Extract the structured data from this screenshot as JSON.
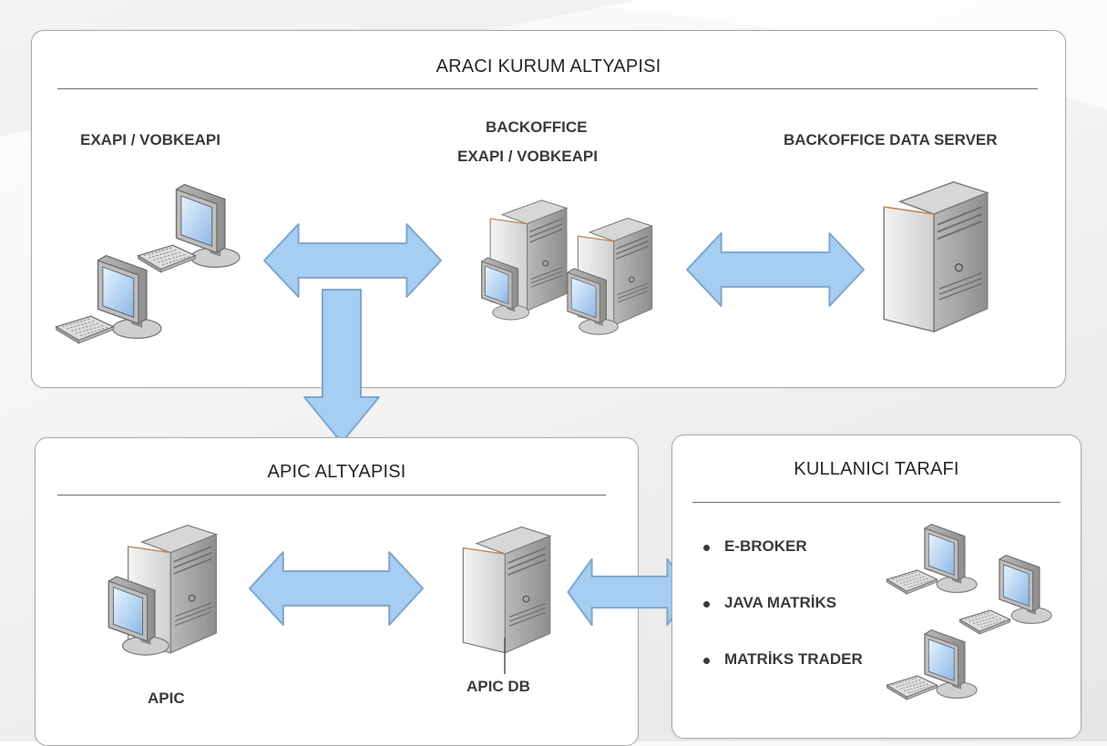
{
  "panels": {
    "broker": {
      "title": "ARACI KURUM ALTYAPISI",
      "nodes": {
        "exapi": "EXAPI / VOBKEAPI",
        "backoffice_line1": "BACKOFFICE",
        "backoffice_line2": "EXAPI / VOBKEAPI",
        "data_server": "BACKOFFICE DATA SERVER"
      }
    },
    "apic": {
      "title": "APIC ALTYAPISI",
      "nodes": {
        "apic": "APIC",
        "apic_db": "APIC DB"
      }
    },
    "user": {
      "title": "KULLANICI TARAFI",
      "items": [
        "E-BROKER",
        "JAVA MATRİKS",
        "MATRİKS TRADER"
      ]
    }
  },
  "colors": {
    "arrow_fill": "#a6cdf2",
    "arrow_stroke": "#7fa6cc",
    "panel_border": "#a9a9a9"
  },
  "icons": {
    "workstation": "workstation-icon",
    "server": "server-icon",
    "keyboard": "keyboard-icon"
  }
}
